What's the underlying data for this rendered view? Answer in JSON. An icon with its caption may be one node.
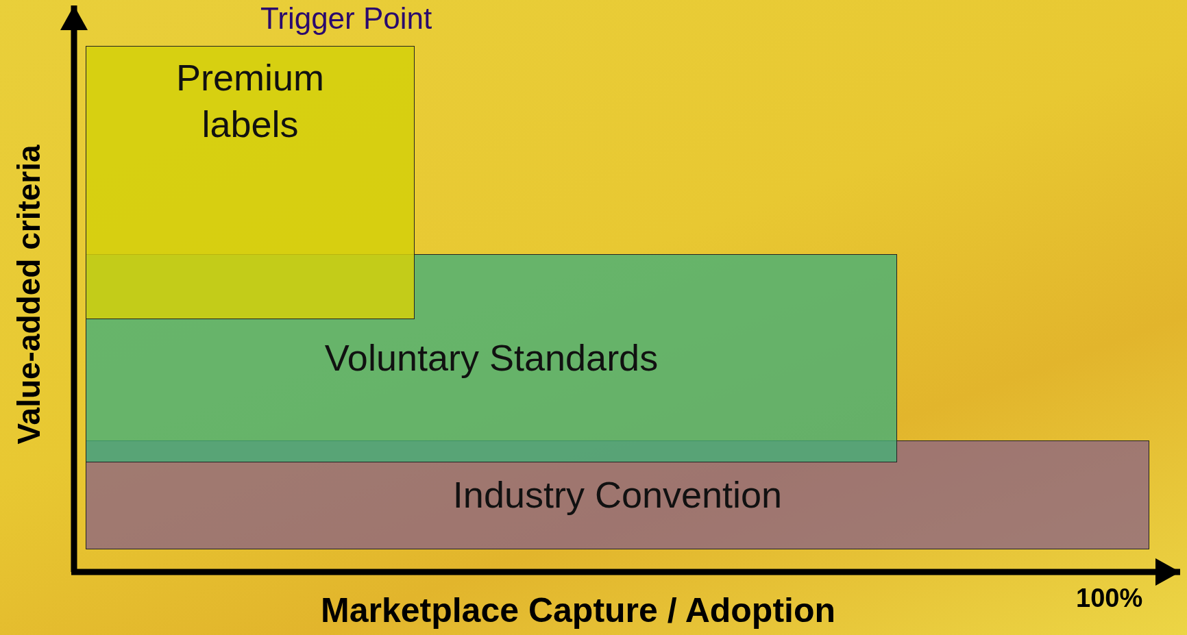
{
  "diagram": {
    "title": "Trigger Point",
    "nodes": [
      {
        "text": [
          "Premium labels"
        ]
      },
      {
        "text": [
          "Voluntary Standards"
        ]
      },
      {
        "text": [
          "Industry Convention"
        ]
      }
    ],
    "labels": [
      "Value-added criteria",
      "Marketplace Capture / Adoption",
      "100%"
    ]
  }
}
